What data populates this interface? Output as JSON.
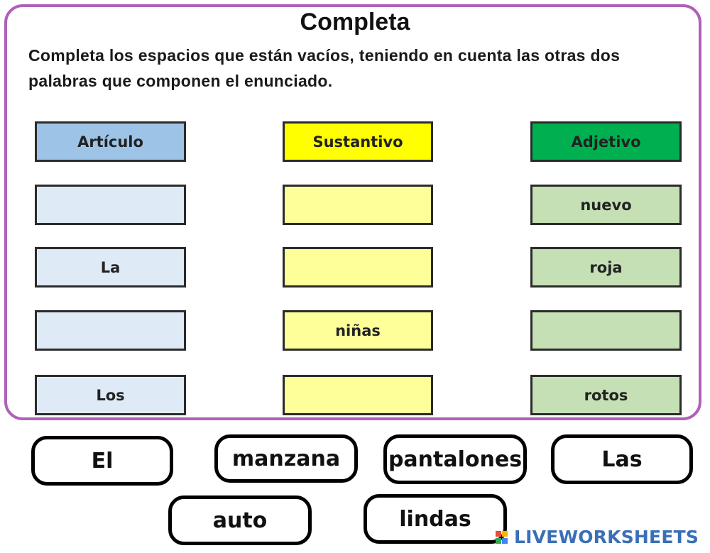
{
  "title": "Completa",
  "instructions": "Completa  los espacios que están vacíos, teniendo en cuenta las otras dos palabras que componen el enunciado.",
  "headers": {
    "articulo": "Artículo",
    "sustantivo": "Sustantivo",
    "adjetivo": "Adjetivo"
  },
  "rows": [
    {
      "articulo": "",
      "sustantivo": "",
      "adjetivo": "nuevo"
    },
    {
      "articulo": "La",
      "sustantivo": "",
      "adjetivo": "roja"
    },
    {
      "articulo": "",
      "sustantivo": "niñas",
      "adjetivo": ""
    },
    {
      "articulo": "Los",
      "sustantivo": "",
      "adjetivo": "rotos"
    }
  ],
  "word_bank": [
    "El",
    "manzana",
    "pantalones",
    "Las",
    "auto",
    "lindas"
  ],
  "brand": "LIVEWORKSHEETS",
  "colors": {
    "frame": "#b060b8",
    "articulo_header": "#9dc3e6",
    "sustantivo_header": "#ffff00",
    "adjetivo_header": "#00b050",
    "articulo_cell": "#deebf7",
    "sustantivo_cell": "#ffff99",
    "adjetivo_cell": "#c5e0b4",
    "brand_text": "#3a6fb7"
  }
}
